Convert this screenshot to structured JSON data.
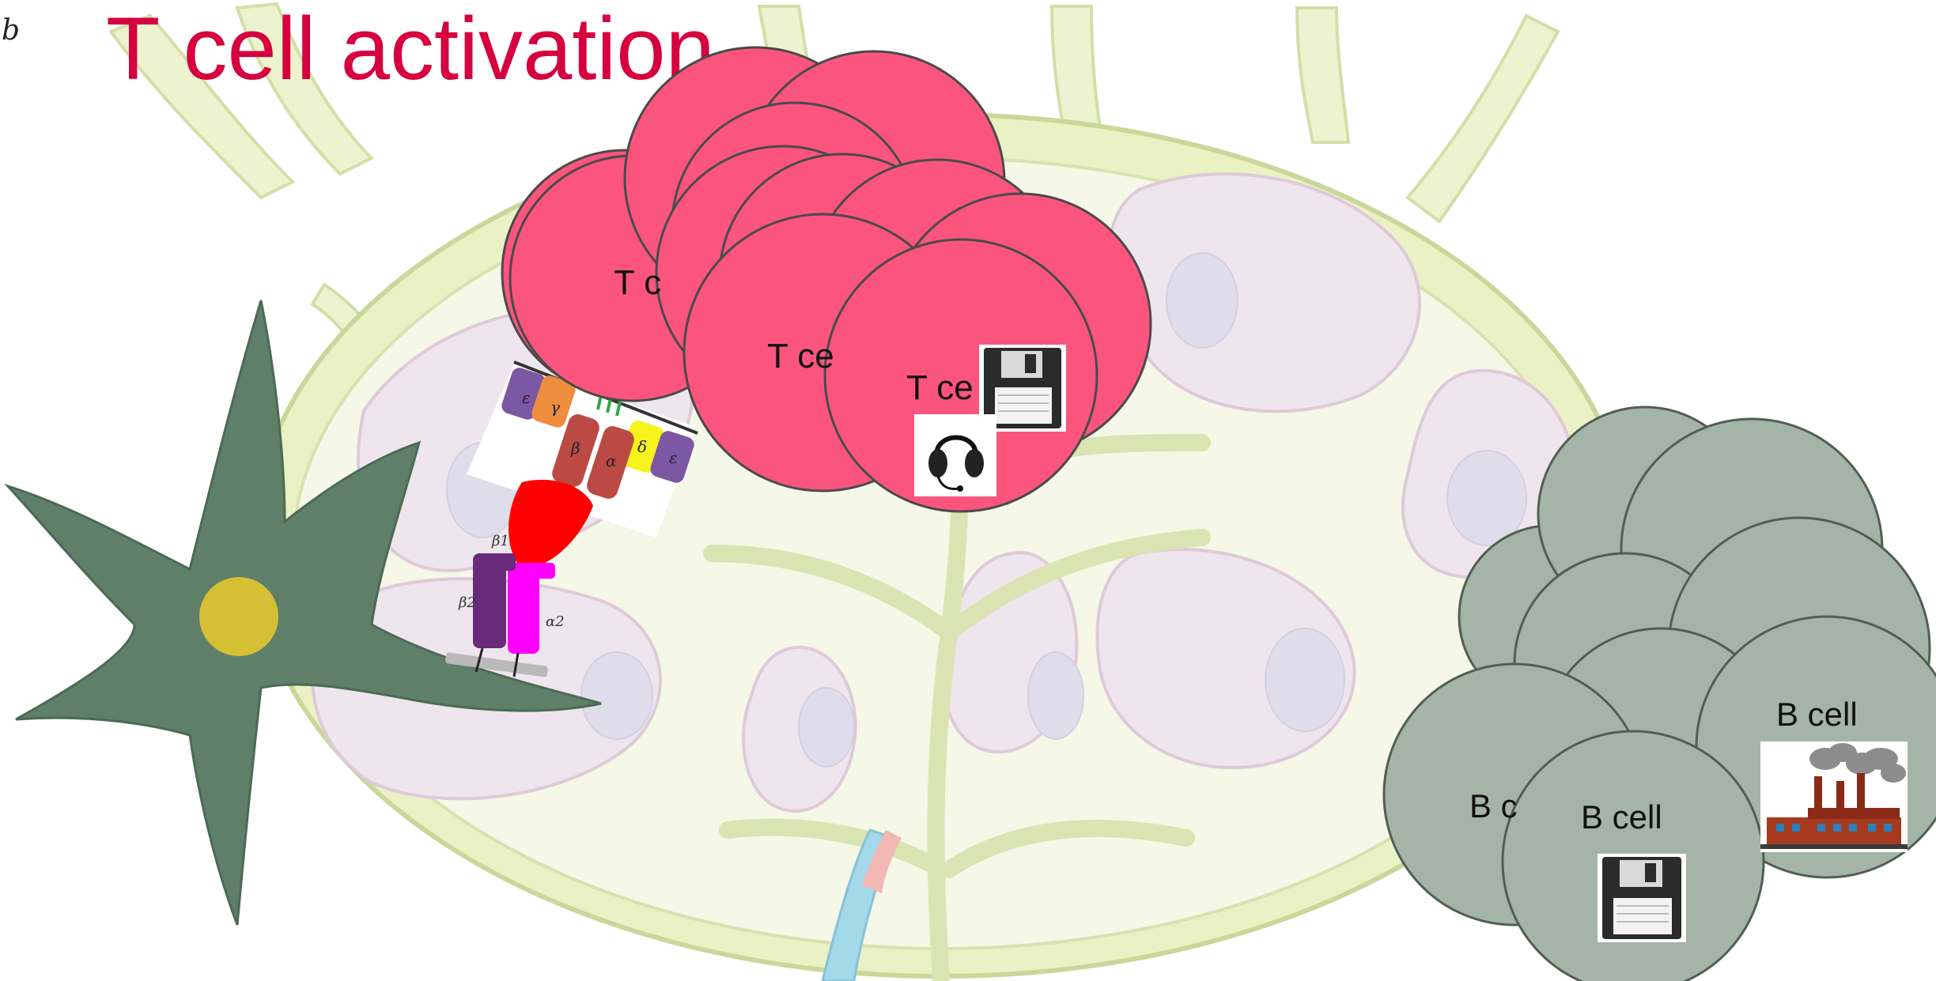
{
  "slide": {
    "letter": "b",
    "title": "T cell activation"
  },
  "colors": {
    "title": "#d6003f",
    "t_cell_fill": "#fb557e",
    "b_cell_fill": "#a4b5a7",
    "dendritic_cell": "#5f7f68",
    "dendritic_nucleus": "#d5c035",
    "lymph_node_capsule": "#e6efb8",
    "lymph_node_cortex": "#ece0e8"
  },
  "t_cells": {
    "labels": [
      "T c",
      "T ce",
      "T ce"
    ]
  },
  "b_cells": {
    "labels": [
      "B cell",
      "B cell",
      "B c"
    ]
  },
  "receptor": {
    "chain_labels": [
      "ε",
      "γ",
      "β",
      "α",
      "δ",
      "ε"
    ],
    "mhc_labels": [
      "β1",
      "β2",
      "α2"
    ]
  },
  "icons": [
    "floppy-disk-icon",
    "headset-icon",
    "floppy-disk-icon",
    "factory-icon"
  ]
}
